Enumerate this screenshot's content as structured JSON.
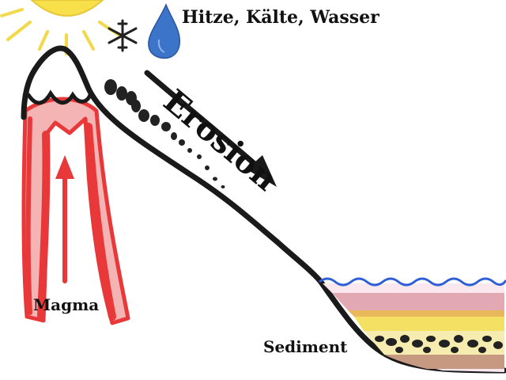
{
  "labels": {
    "weather": "Hitze, Kälte, Wasser",
    "erosion": "Erosion",
    "magma": "Magma",
    "sediment": "Sediment"
  },
  "icons": [
    "sun-icon",
    "snowflake-icon",
    "water-drop-icon",
    "arrow-icon"
  ],
  "colors": {
    "sun": "#f7e04a",
    "water_drop": "#3c74c9",
    "magma": "#e8383a",
    "mountain_outline": "#1a1a1a",
    "water_surface": "#2f5fd6",
    "sediment_pink": "#e2a8b4",
    "sediment_yellow": "#f4e163",
    "sediment_orange": "#e9b85a",
    "sediment_brown": "#8a5a34"
  }
}
